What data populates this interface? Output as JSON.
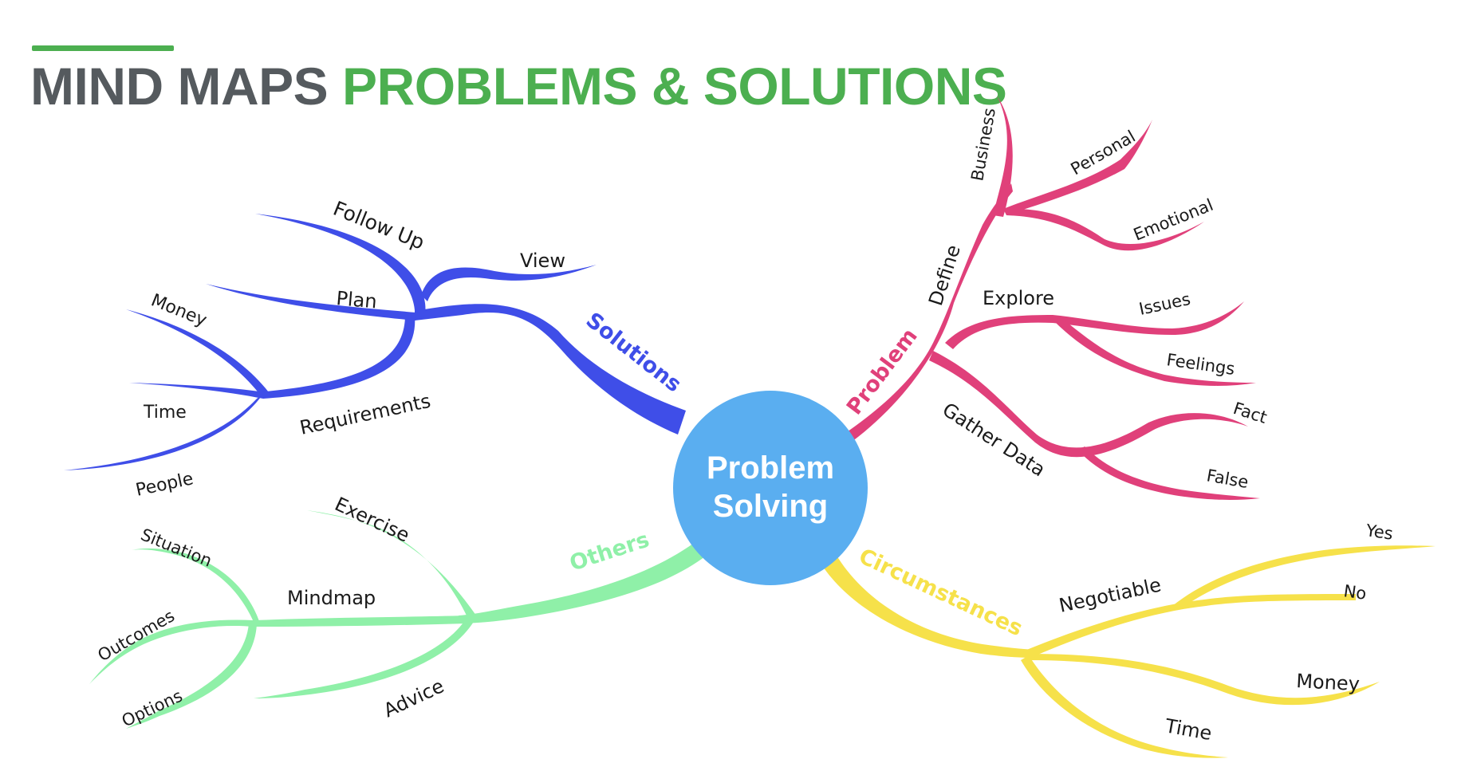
{
  "title": {
    "part1": "MIND MAPS",
    "part2": "PROBLEMS & SOLUTIONS"
  },
  "center": {
    "line1": "Problem",
    "line2": "Solving",
    "color": "#5aaef0"
  },
  "colors": {
    "accent": "#4caf50",
    "title_dark": "#555a5e",
    "solutions": "#3f4ee8",
    "problem": "#e0407a",
    "others": "#8ff0a8",
    "circumstances": "#f6e14a"
  },
  "branches": {
    "solutions": {
      "label": "Solutions",
      "sub": {
        "follow_up": "Follow Up",
        "view": "View",
        "plan": "Plan",
        "requirements": "Requirements",
        "money": "Money",
        "time": "Time",
        "people": "People"
      }
    },
    "problem": {
      "label": "Problem",
      "sub": {
        "define": "Define",
        "business": "Business",
        "personal": "Personal",
        "emotional": "Emotional",
        "explore": "Explore",
        "issues": "Issues",
        "feelings": "Feelings",
        "gather_data": "Gather Data",
        "fact": "Fact",
        "false": "False"
      }
    },
    "others": {
      "label": "Others",
      "sub": {
        "exercise": "Exercise",
        "mindmap": "Mindmap",
        "situation": "Situation",
        "outcomes": "Outcomes",
        "options": "Options",
        "advice": "Advice"
      }
    },
    "circumstances": {
      "label": "Circumstances",
      "sub": {
        "negotiable": "Negotiable",
        "yes": "Yes",
        "no": "No",
        "money": "Money",
        "time": "Time"
      }
    }
  }
}
